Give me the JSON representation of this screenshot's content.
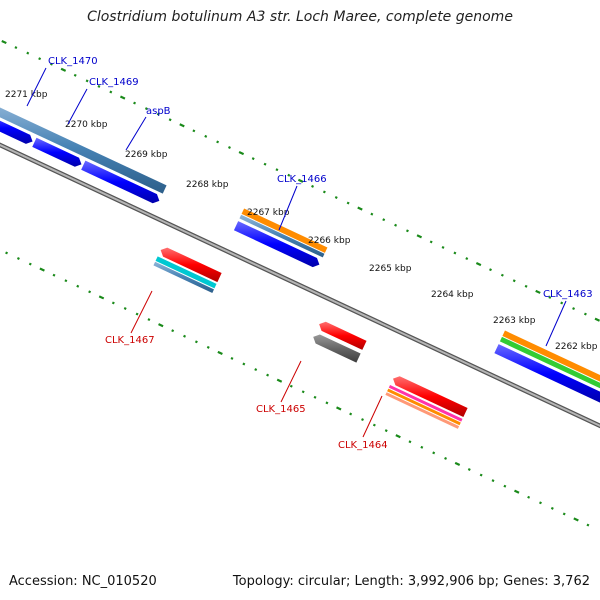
{
  "title": "Clostridium botulinum A3 str. Loch Maree, complete genome",
  "footer": {
    "accession": "Accession: NC_010520",
    "summary": "Topology: circular; Length: 3,992,906 bp; Genes: 3,762"
  },
  "axis": {
    "ticks": [
      {
        "label": "2271 kbp",
        "kbp": 2271
      },
      {
        "label": "2270 kbp",
        "kbp": 2270
      },
      {
        "label": "2269 kbp",
        "kbp": 2269
      },
      {
        "label": "2268 kbp",
        "kbp": 2268
      },
      {
        "label": "2267 kbp",
        "kbp": 2267
      },
      {
        "label": "2266 kbp",
        "kbp": 2266
      },
      {
        "label": "2265 kbp",
        "kbp": 2265
      },
      {
        "label": "2264 kbp",
        "kbp": 2264
      },
      {
        "label": "2263 kbp",
        "kbp": 2263
      },
      {
        "label": "2262 kbp",
        "kbp": 2262
      }
    ]
  },
  "genes": [
    {
      "label": "CLK_1470",
      "strand": "forward",
      "label_color": "#0000cc"
    },
    {
      "label": "CLK_1469",
      "strand": "forward",
      "label_color": "#0000cc"
    },
    {
      "label": "aspB",
      "strand": "forward",
      "label_color": "#0000cc"
    },
    {
      "label": "CLK_1466",
      "strand": "forward",
      "label_color": "#0000cc"
    },
    {
      "label": "CLK_1463",
      "strand": "forward",
      "label_color": "#0000cc"
    },
    {
      "label": "CLK_1467",
      "strand": "reverse",
      "label_color": "#cc0000"
    },
    {
      "label": "CLK_1465",
      "strand": "reverse",
      "label_color": "#cc0000"
    },
    {
      "label": "CLK_1464",
      "strand": "reverse",
      "label_color": "#cc0000"
    }
  ],
  "colors": {
    "cds": "#0000ff",
    "gene": "#4682b4",
    "rna": "#ff8c00",
    "rna_green": "#33cc33",
    "reverse_cds": "#ff0000",
    "reverse_gene_cyan": "#00c8d2",
    "reverse_gene_grey": "#666666",
    "reverse_misc_pink": "#ff33aa",
    "backbone": "#888888",
    "tick": "#1a8a1a"
  }
}
